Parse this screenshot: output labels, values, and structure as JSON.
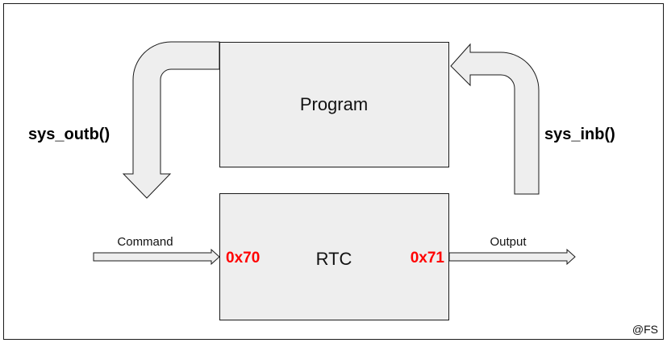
{
  "diagram": {
    "program_label": "Program",
    "rtc_label": "RTC",
    "left_arrow_label": "sys_outb()",
    "right_arrow_label": "sys_inb()",
    "input_label": "Command",
    "output_label": "Output",
    "input_port": "0x70",
    "output_port": "0x71",
    "credit": "@FS"
  },
  "colors": {
    "port": "#ff0000",
    "fill": "#eeeeee",
    "stroke": "#1a1a1a"
  }
}
